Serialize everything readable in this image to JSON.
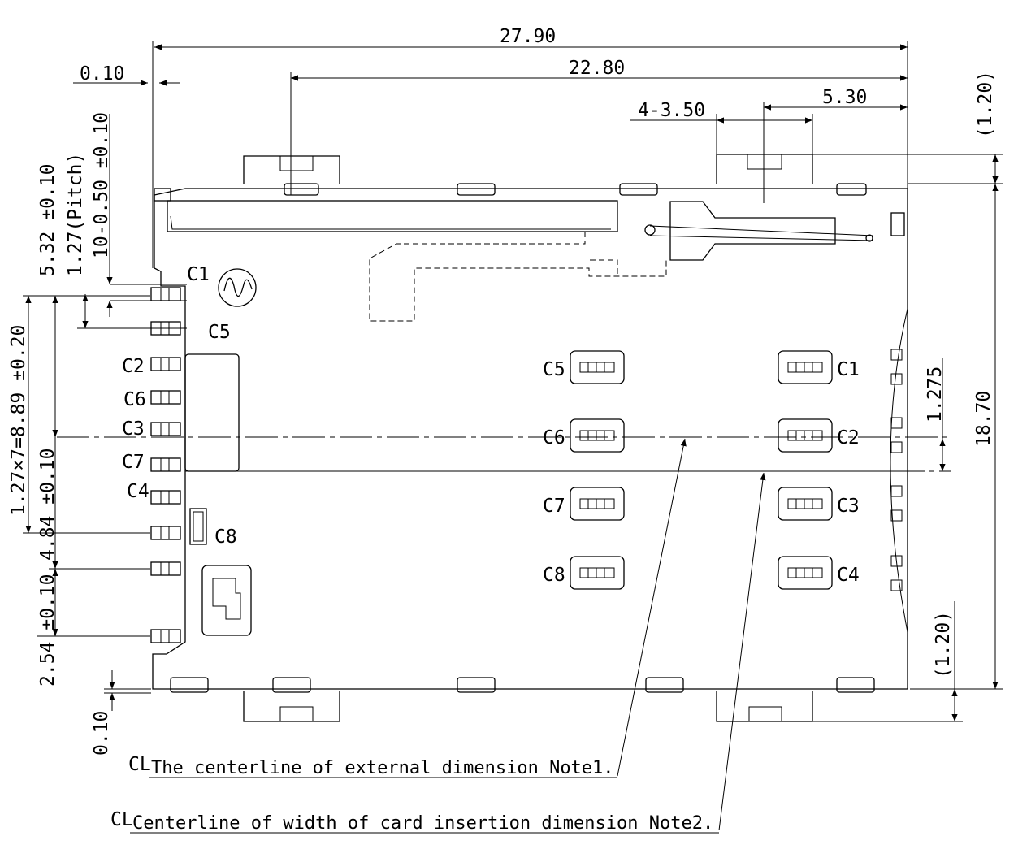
{
  "dimensions": {
    "overall_width": "27.90",
    "slot_offset": "22.80",
    "right_offset": "5.30",
    "hole_spec": "4-3.50",
    "left_gap_top": "0.10",
    "top_tab": "(1.20)",
    "height": "18.70",
    "bottom_tab": "(1.20)",
    "center_offset": "1.275",
    "bottom_gap": "0.10",
    "left_top": "5.32 ±0.10",
    "pitch": "1.27(Pitch)",
    "pin_width": "10-0.50 ±0.10",
    "pin_span": "1.27×7=8.89 ±0.20",
    "left_mid": "4.84 ±0.10",
    "left_bottom": "2.54 ±0.10"
  },
  "contacts_left": [
    "C1",
    "C5",
    "C2",
    "C6",
    "C3",
    "C7",
    "C4",
    "C8"
  ],
  "pads_left_col": [
    "C5",
    "C6",
    "C7",
    "C8"
  ],
  "pads_right_col": [
    "C1",
    "C2",
    "C3",
    "C4"
  ],
  "notes": {
    "note1_symbol": "CL",
    "note1": "The centerline of external dimension Note1.",
    "note2_symbol": "CL",
    "note2": "Centerline of width of card insertion dimension Note2."
  }
}
